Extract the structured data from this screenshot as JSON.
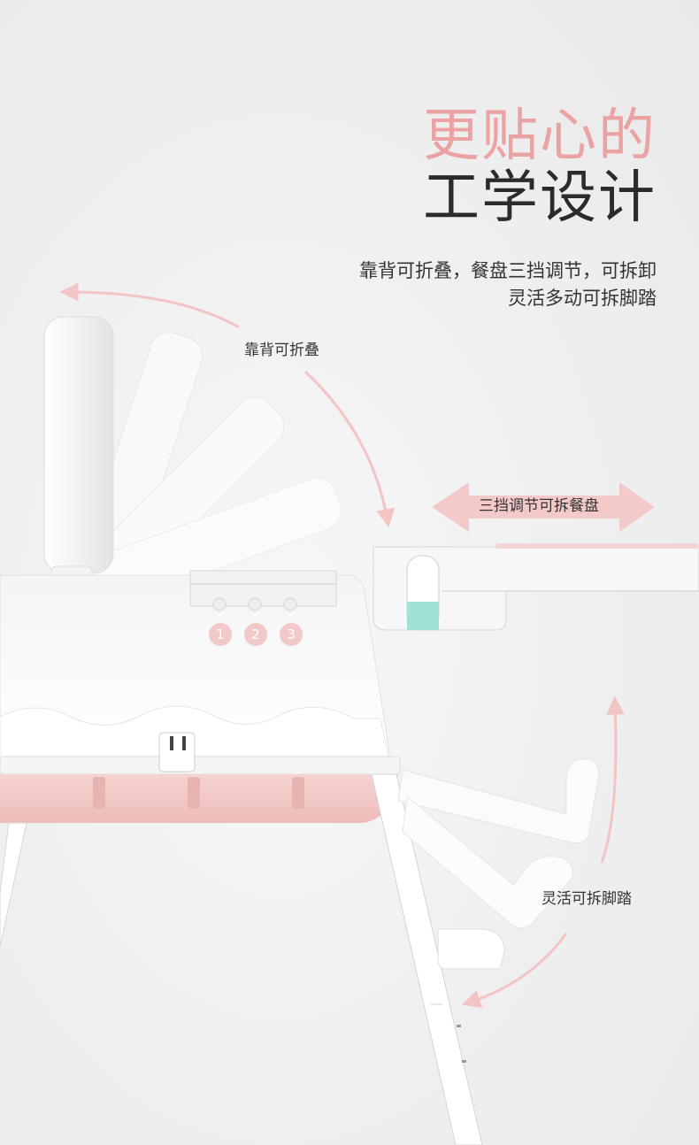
{
  "headline": {
    "line1": "更贴心的",
    "line2": "工学设计"
  },
  "description": {
    "line1": "靠背可折叠，餐盘三挡调节，可拆卸",
    "line2": "灵活多动可拆脚踏"
  },
  "labels": {
    "backrest": "靠背可折叠",
    "tray": "三挡调节可拆餐盘",
    "footrest": "灵活可拆脚踏"
  },
  "positions": [
    "1",
    "2",
    "3"
  ],
  "colors": {
    "accent_pink": "#eba2a2",
    "arrow_pink": "#f2c4c4",
    "base_pink": "#f1c9c7",
    "mint": "#9fe3d6",
    "text_dark": "#2b2b2b"
  }
}
